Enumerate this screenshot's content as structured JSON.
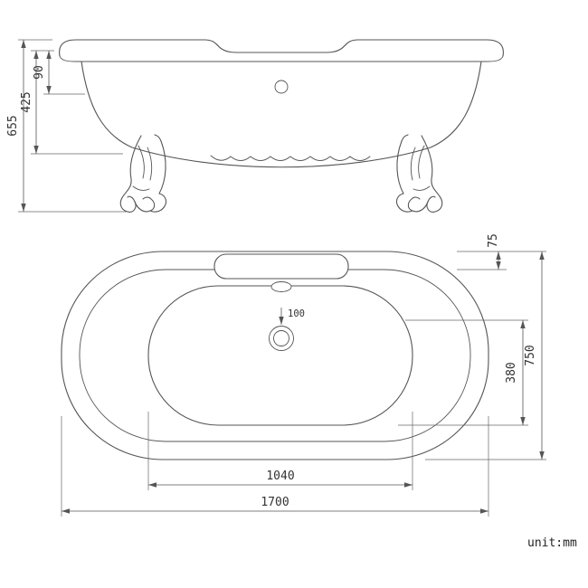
{
  "unit_label": "unit:mm",
  "side_view": {
    "overall_height": "655",
    "tub_height": "425",
    "rim_drop": "90"
  },
  "plan_view": {
    "rim_width": "75",
    "overall_width": "750",
    "center_to_edge": "380",
    "drain_diameter": "100",
    "basin_length": "1040",
    "overall_length": "1700"
  }
}
